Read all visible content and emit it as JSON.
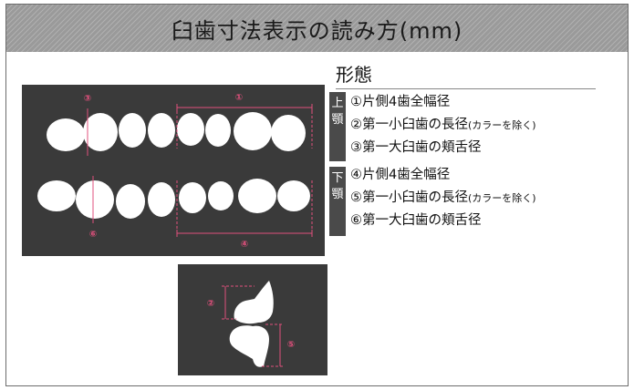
{
  "title": "臼歯寸法表示の読み方(mm)",
  "section_title": "形態",
  "upper": {
    "tag": [
      "上",
      "顎"
    ],
    "items": [
      {
        "text": "①片側4歯全幅径",
        "note": ""
      },
      {
        "text": "②第一小臼歯の長径",
        "note": "(カラーを除く)"
      },
      {
        "text": "③第一大臼歯の頬舌径",
        "note": ""
      }
    ]
  },
  "lower": {
    "tag": [
      "下",
      "顎"
    ],
    "items": [
      {
        "text": "④片側4歯全幅径",
        "note": ""
      },
      {
        "text": "⑤第一小臼歯の長径",
        "note": "(カラーを除く)"
      },
      {
        "text": "⑥第一大臼歯の頬舌径",
        "note": ""
      }
    ]
  },
  "diagram_labels": {
    "upper_width": "①",
    "upper_molar": "③",
    "lower_molar": "⑥",
    "lower_width": "④",
    "upper_premolar_length": "②",
    "lower_premolar_length": "⑤"
  },
  "colors": {
    "accent": "#e0507c",
    "panel": "#3a3a3a",
    "header": "#9a9a9a"
  }
}
